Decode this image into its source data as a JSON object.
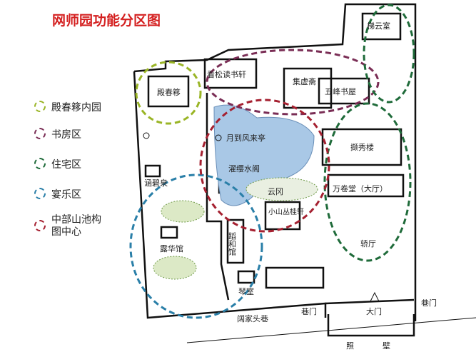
{
  "title": "网师园功能分区图",
  "legend": [
    {
      "label": "殿春簃内园",
      "color": "#9ab526"
    },
    {
      "label": "书房区",
      "color": "#7a2d55"
    },
    {
      "label": "住宅区",
      "color": "#1f6b3a"
    },
    {
      "label": "宴乐区",
      "color": "#2a7fa8"
    },
    {
      "label": "中部山池构图中心",
      "color": "#a52030"
    }
  ],
  "map": {
    "buildings": {
      "dianchunyi": "殿春簃",
      "kansong": "看松读书轩",
      "jixu": "集虚斋",
      "wufeng": "五峰书屋",
      "tiyun": "梯云室",
      "xiexiu": "撷秀楼",
      "yuedao": "月到风来亭",
      "zhuoying": "濯缨水阁",
      "yungang": "云冈",
      "xiaoshan": "小山丛桂轩",
      "wanjuan": "万卷堂（大厅）",
      "jiaoting": "轿厅",
      "hanbi": "涵碧泉",
      "luhua": "露华馆",
      "daohe": "蹈和馆",
      "qinshi": "琴室"
    },
    "streets": {
      "kuojia": "阔家头巷",
      "xiangmen_left": "巷门",
      "xiangmen_right": "巷门",
      "damen": "大门",
      "zhaobi": "照壁"
    }
  },
  "pond_color": "#a9c8e6"
}
